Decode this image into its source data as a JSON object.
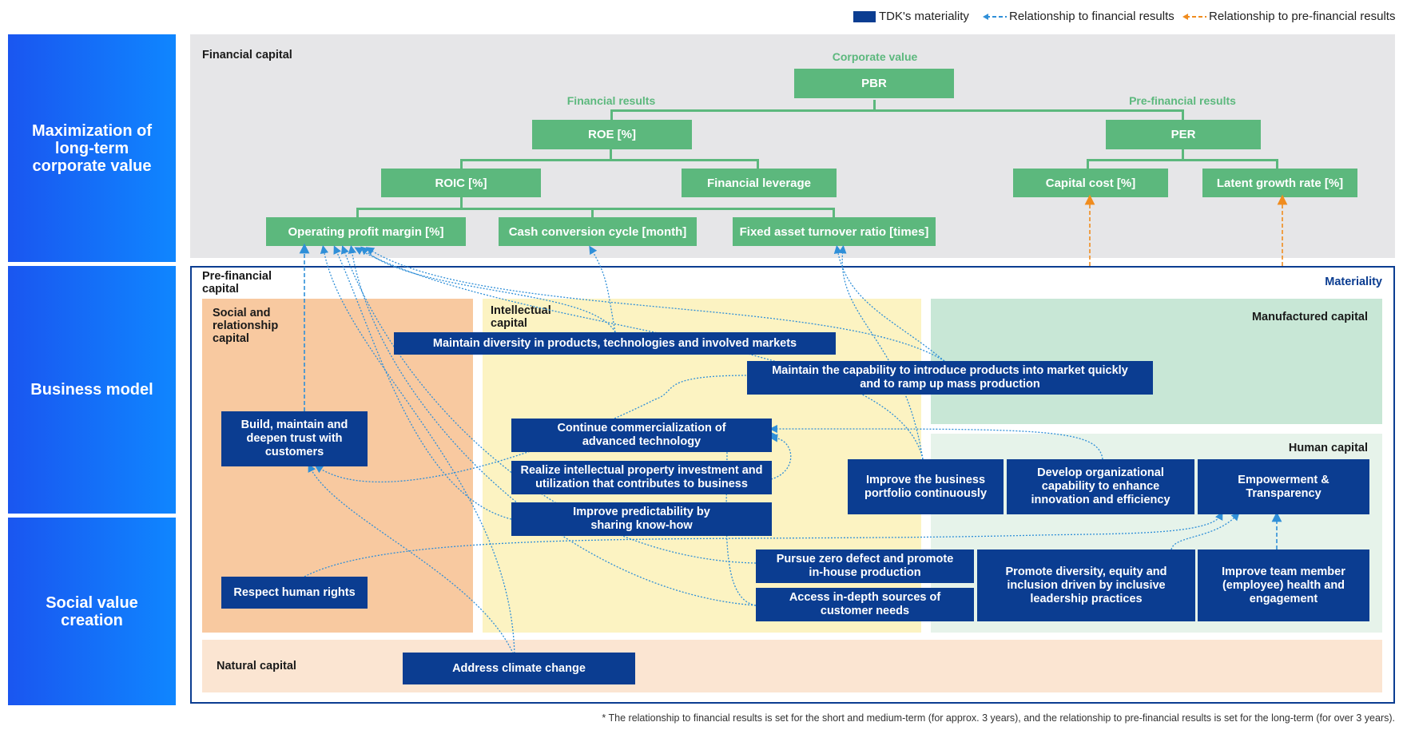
{
  "legend": {
    "materiality": "TDK's materiality",
    "financial": "Relationship to financial results",
    "prefinancial": "Relationship to pre-financial results"
  },
  "left_bands": {
    "maximization": "Maximization of long-term corporate value",
    "business_model": "Business model",
    "social_value": "Social value creation"
  },
  "financial_capital": {
    "title": "Financial capital",
    "corporate_value_label": "Corporate value",
    "pbr": "PBR",
    "financial_results_label": "Financial results",
    "prefinancial_results_label": "Pre-financial results",
    "roe": "ROE [%]",
    "per": "PER",
    "roic": "ROIC [%]",
    "financial_leverage": "Financial leverage",
    "capital_cost": "Capital cost [%]",
    "latent_growth": "Latent growth rate [%]",
    "operating_margin": "Operating profit margin [%]",
    "cash_conversion": "Cash conversion cycle [month]",
    "fixed_asset": "Fixed asset turnover ratio [times]"
  },
  "prefinancial": {
    "title": "Pre-financial capital",
    "materiality_label": "Materiality",
    "social_title": "Social and relationship capital",
    "intellectual_title": "Intellectual capital",
    "manufactured_title": "Manufactured capital",
    "human_title": "Human capital",
    "natural_title": "Natural capital"
  },
  "items": {
    "diversity_products": "Maintain diversity in products, technologies and involved markets",
    "ramp_up": "Maintain the capability to introduce products into market quickly and to ramp up mass production",
    "build_trust": "Build, maintain and deepen trust with customers",
    "commercialization": "Continue commercialization of advanced technology",
    "ip_investment": "Realize intellectual property investment and utilization that contributes to business",
    "predictability": "Improve predictability by sharing know-how",
    "business_portfolio": "Improve the business portfolio continuously",
    "org_capability": "Develop organizational capability to enhance innovation and efficiency",
    "empowerment": "Empowerment & Transparency",
    "zero_defect": "Pursue zero defect and promote in-house production",
    "customer_needs": "Access in-depth sources of customer needs",
    "dei": "Promote diversity, equity and inclusion driven by inclusive leadership practices",
    "team_health": "Improve team member (employee) health and engagement",
    "human_rights": "Respect human rights",
    "climate": "Address climate change"
  },
  "footnote": "* The relationship to financial results is set  for the short and medium-term (for approx. 3 years), and the relationship to pre-financial results is set for the  long-term (for over 3 years).",
  "colors": {
    "green": "#5cb87d",
    "navy": "#0b3d91",
    "band_blue": "#1a56f0",
    "financial_arrow": "#2f8fd8",
    "prefinancial_arrow": "#f08c1e"
  }
}
